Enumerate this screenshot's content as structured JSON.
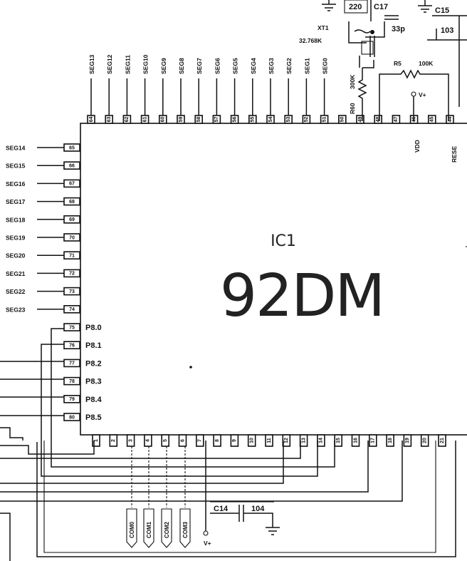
{
  "ic": {
    "ref": "IC1",
    "part": "92DM"
  },
  "top_segments": [
    "SEG13",
    "SEG12",
    "SEG11",
    "SEG10",
    "SEG9",
    "SEG8",
    "SEG7",
    "SEG6",
    "SEG5",
    "SEG4",
    "SEG3",
    "SEG2",
    "SEG1",
    "SEG0"
  ],
  "top_pins": [
    "64",
    "63",
    "62",
    "61",
    "60",
    "59",
    "58",
    "57",
    "56",
    "55",
    "54",
    "53",
    "52",
    "51",
    "50",
    "49",
    "48",
    "47",
    "46",
    "45",
    "44"
  ],
  "left_segments": [
    "SEG14",
    "SEG15",
    "SEG16",
    "SEG17",
    "SEG18",
    "SEG19",
    "SEG20",
    "SEG21",
    "SEG22",
    "SEG23"
  ],
  "left_pins": [
    "65",
    "66",
    "67",
    "68",
    "69",
    "70",
    "71",
    "72",
    "73",
    "74",
    "75",
    "76",
    "77",
    "78",
    "79",
    "80"
  ],
  "port_labels": [
    "P8.0",
    "P8.1",
    "P8.2",
    "P8.3",
    "P8.4",
    "P8.5"
  ],
  "bottom_pins": [
    "1",
    "2",
    "3",
    "4",
    "5",
    "6",
    "7",
    "8",
    "9",
    "10",
    "11",
    "12",
    "13",
    "14",
    "15",
    "16",
    "17",
    "18",
    "19",
    "20",
    "21"
  ],
  "components": {
    "xtal": "XT1",
    "xtal_freq": "32.768K",
    "c17": "C17",
    "c17_value": "33p",
    "c15": "C15",
    "c15_value": "103",
    "c_top_value": "220",
    "r5": "R5",
    "r5_value": "100K",
    "r60": "R60",
    "r60_value": "300K",
    "vplus": "V+",
    "vdd": "VDD",
    "reset": "RESE",
    "c14": "C14",
    "c14_value": "104",
    "vplus_bottom": "V+"
  },
  "com_labels": [
    "COM0",
    "COM1",
    "COM2",
    "COM3"
  ]
}
